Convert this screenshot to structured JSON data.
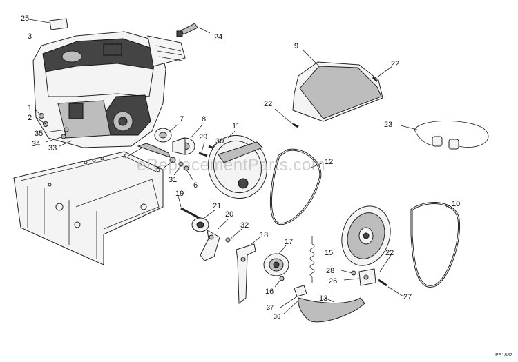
{
  "watermark": "eReplacementParts.com",
  "drawing_code": "PS1882",
  "callouts": [
    "1",
    "2",
    "3",
    "4",
    "5",
    "6",
    "7",
    "8",
    "9",
    "10",
    "11",
    "12",
    "13",
    "15",
    "16",
    "17",
    "18",
    "19",
    "20",
    "21",
    "22",
    "22",
    "22",
    "23",
    "24",
    "25",
    "26",
    "27",
    "28",
    "29",
    "30",
    "31",
    "32",
    "33",
    "34",
    "35",
    "36",
    "37"
  ]
}
